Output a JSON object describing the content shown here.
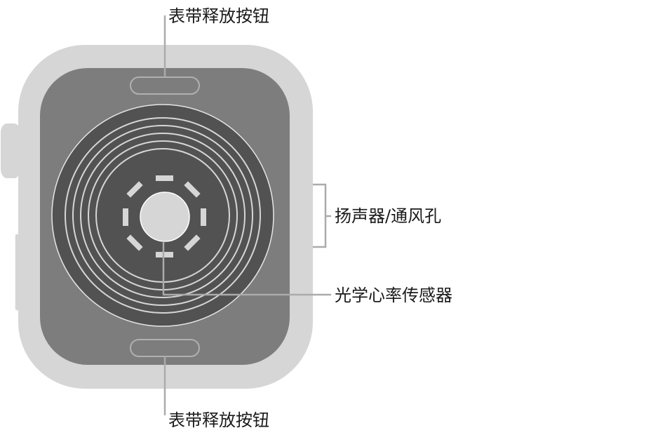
{
  "diagram": {
    "subject": "Apple Watch back",
    "colors": {
      "background": "#ffffff",
      "case": "#d6d6d6",
      "back_panel": "#7d7d7d",
      "sensor_disc": "#525252",
      "rings": "#d6d6d6",
      "leader_lines": "#ababab",
      "text": "#1a1a1a"
    },
    "labels": {
      "band_release_top": "表带释放按钮",
      "speaker_vent": "扬声器/通风孔",
      "heart_rate_sensor": "光学心率传感器",
      "band_release_bottom": "表带释放按钮"
    }
  }
}
